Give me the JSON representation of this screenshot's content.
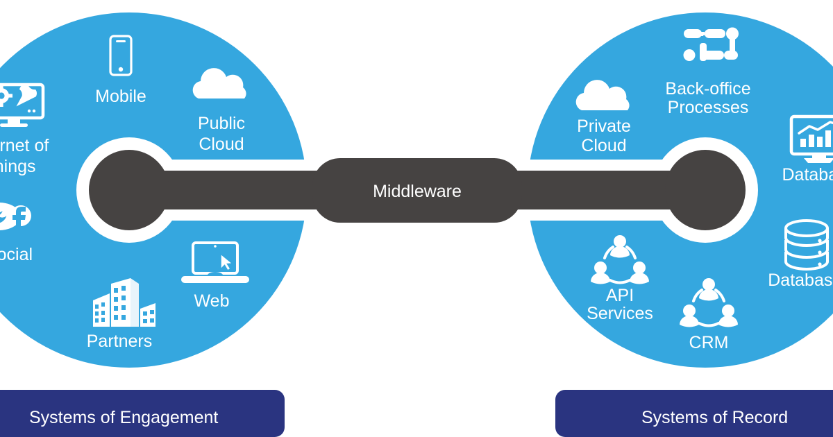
{
  "diagram": {
    "title": "Systems of Engagement and Systems of Record connected by Middleware",
    "colors": {
      "blue": "#35A7DF",
      "dark_gray": "#464342",
      "navy": "#2A3480",
      "white": "#FFFFFF",
      "background": "#FFFFFF"
    },
    "center_hub": {
      "label": "Middleware"
    },
    "left_group": {
      "band_label": "Systems of Engagement",
      "nodes": [
        {
          "label": "Mobile",
          "icon": "smartphone-icon"
        },
        {
          "label_line1": "Public",
          "label_line2": "Cloud",
          "icon": "cloud-icon"
        },
        {
          "label_line1": "Internet of",
          "label_line2": "Things",
          "icon": "iot-monitor-gear-wrench-icon"
        },
        {
          "label": "Social",
          "icon": "social-twitter-facebook-bubble-icon"
        },
        {
          "label": "Partners",
          "icon": "buildings-icon"
        },
        {
          "label": "Web",
          "icon": "laptop-cursor-icon"
        }
      ]
    },
    "right_group": {
      "band_label": "Systems of Record",
      "nodes": [
        {
          "label_line1": "Private",
          "label_line2": "Cloud",
          "icon": "cloud-icon"
        },
        {
          "label_line1": "Back-office",
          "label_line2": "Processes",
          "icon": "process-flow-icon"
        },
        {
          "label": "Database",
          "icon": "monitor-bar-chart-icon"
        },
        {
          "label": "Databases",
          "icon": "database-cylinder-icon"
        },
        {
          "label_line1": "API",
          "label_line2": "Services",
          "icon": "people-network-icon"
        },
        {
          "label": "CRM",
          "icon": "people-network-icon"
        }
      ]
    }
  }
}
